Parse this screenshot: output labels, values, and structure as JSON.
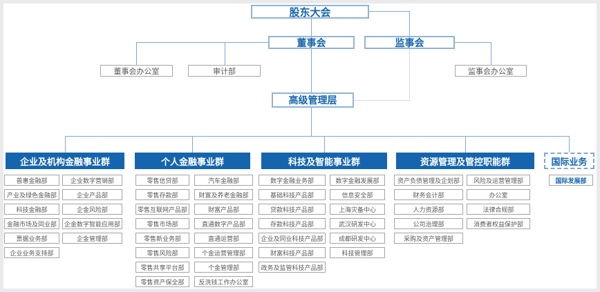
{
  "colors": {
    "header_blue": "#1565ae",
    "line_blue": "#7da8d8",
    "text_blue": "#1565ab",
    "leaf_border": "#a3a3a3",
    "leaf_text": "#595959"
  },
  "org": {
    "shareholders": "股东大会",
    "board": "董事会",
    "supervisory": "监事会",
    "board_office": "董事会办公室",
    "audit": "审计部",
    "supervisory_office": "监事会办公室",
    "senior_mgmt": "高级管理层"
  },
  "groups": [
    {
      "title": "企业及机构金融事业群",
      "style": "solid",
      "columns": [
        [
          "普惠金融部",
          "产业及绿色金融部",
          "科技金融部",
          "金融市场及同业部",
          "票据业务部",
          "企业业务支持部"
        ],
        [
          "企业数字营销部",
          "企业产品部",
          "企金风险部",
          "企金数字智能应用部",
          "企金管理部"
        ]
      ]
    },
    {
      "title": "个人金融事业群",
      "style": "solid",
      "columns": [
        [
          "零售信贷部",
          "零售存款部",
          "零售互联网产品部",
          "零售市场部",
          "零售新业务部",
          "零售风险部",
          "零售共享平台部",
          "零售资产保全部"
        ],
        [
          "汽车金融部",
          "财富及养老金融部",
          "财富产品部",
          "直通数字产品部",
          "直通运营部",
          "个金运营管理部",
          "个金管理部",
          "反洗钱工作办公室"
        ]
      ]
    },
    {
      "title": "科技及智能事业群",
      "style": "solid",
      "columns": [
        [
          "数字金融业务部",
          "基础科技产品部",
          "贷款科技产品部",
          "存款科技产品部",
          "企业及同业科技产品部",
          "财富科技产品部",
          "政务及监管科技产品部"
        ],
        [
          "数字金融发展部",
          "信息安全部",
          "上海灾备中心",
          "武汉研发中心",
          "成都研发中心",
          "科技管理部"
        ]
      ]
    },
    {
      "title": "资源管理及管控职能群",
      "style": "solid",
      "columns": [
        [
          "资产负债管理及企划部",
          "财务会计部",
          "人力资源部",
          "公司治理部",
          "采购及资产管理部"
        ],
        [
          "风险及运营管理部",
          "办公室",
          "法律合规部",
          "消费者权益保护部"
        ]
      ]
    },
    {
      "title": "国际业务",
      "style": "dashed",
      "leaf_style": "blue",
      "columns": [
        [
          "国际发展部"
        ]
      ]
    }
  ]
}
